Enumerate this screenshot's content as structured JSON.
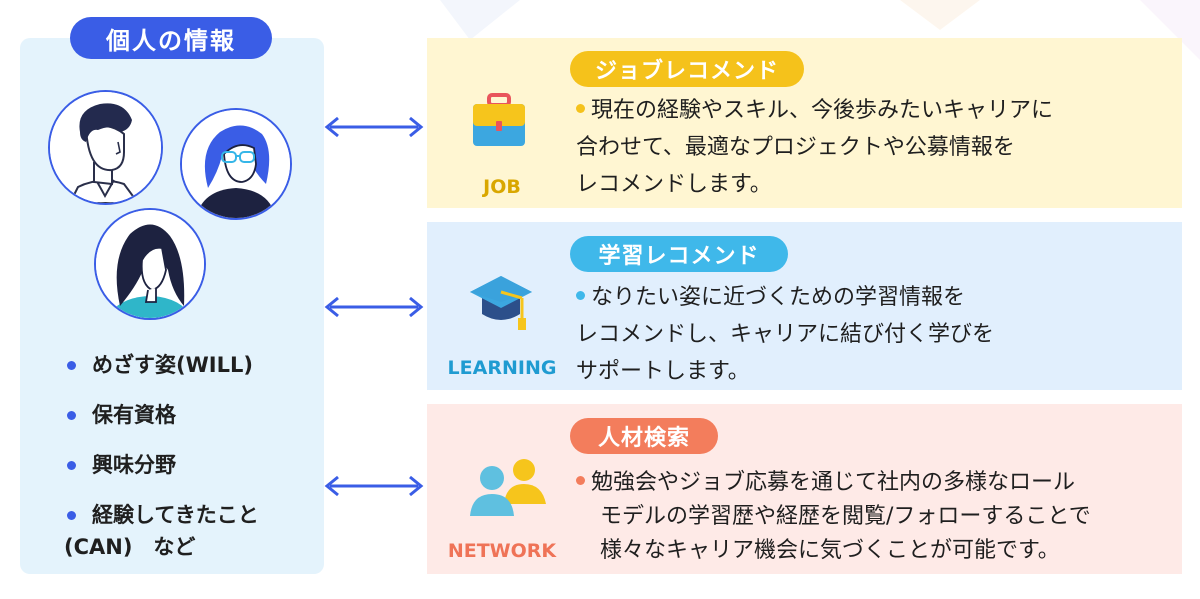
{
  "profile": {
    "title": "個人の情報",
    "bullets": [
      {
        "label": "めざす姿(WILL)"
      },
      {
        "label": "保有資格"
      },
      {
        "label": "興味分野"
      },
      {
        "label": "経験してきたこと",
        "label2": "(CAN)　など"
      }
    ],
    "avatars": [
      "man-avatar-icon",
      "woman-glasses-avatar-icon",
      "woman-long-hair-avatar-icon"
    ]
  },
  "cards": [
    {
      "category": "JOB",
      "heading": "ジョブレコメンド",
      "lines": [
        "現在の経験やスキル、今後歩みたいキャリアに",
        "合わせて、最適なプロジェクトや公募情報を",
        "レコメンドします。"
      ],
      "icon": "briefcase-icon",
      "pill_color": "#f5c21b",
      "category_color": "#d9a700",
      "dot_color": "#f5c21b"
    },
    {
      "category": "LEARNING",
      "heading": "学習レコメンド",
      "lines": [
        "なりたい姿に近づくための学習情報を",
        "レコメンドし、キャリアに結び付く学びを",
        "サポートします。"
      ],
      "icon": "graduation-cap-icon",
      "pill_color": "#3fb8ea",
      "category_color": "#1f9bd1",
      "dot_color": "#3fb8ea"
    },
    {
      "category": "NETWORK",
      "heading": "人材検索",
      "lines": [
        "勉強会やジョブ応募を通じて社内の多様なロール",
        "モデルの学習歴や経歴を閲覧/フォローすることで",
        "様々なキャリア機会に気づくことが可能です。"
      ],
      "icon": "people-icon",
      "pill_color": "#f37d5c",
      "category_color": "#ef7357",
      "dot_color": "#f37d5c"
    }
  ],
  "colors": {
    "accent": "#3a5de6",
    "panel": "#e4f3fc"
  }
}
